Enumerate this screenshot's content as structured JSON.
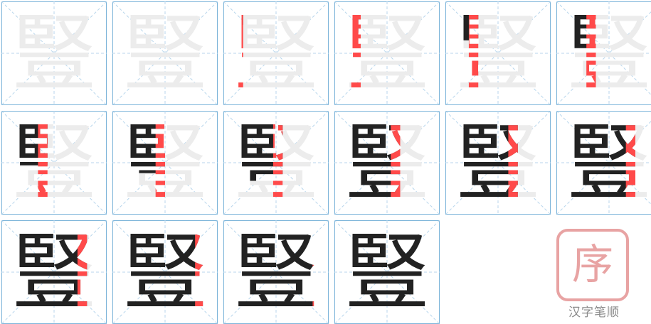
{
  "character": "豎",
  "site_caption": "汉字笔顺",
  "stamp_glyph": "序",
  "colors": {
    "grid_border": "#7ab3d9",
    "guide": "#b8d6ec",
    "ghost": "#ececec",
    "done_stroke": "#222222",
    "current_stroke": "#ff4a4a",
    "stamp": "#e8a3a3"
  },
  "step_count": 16
}
